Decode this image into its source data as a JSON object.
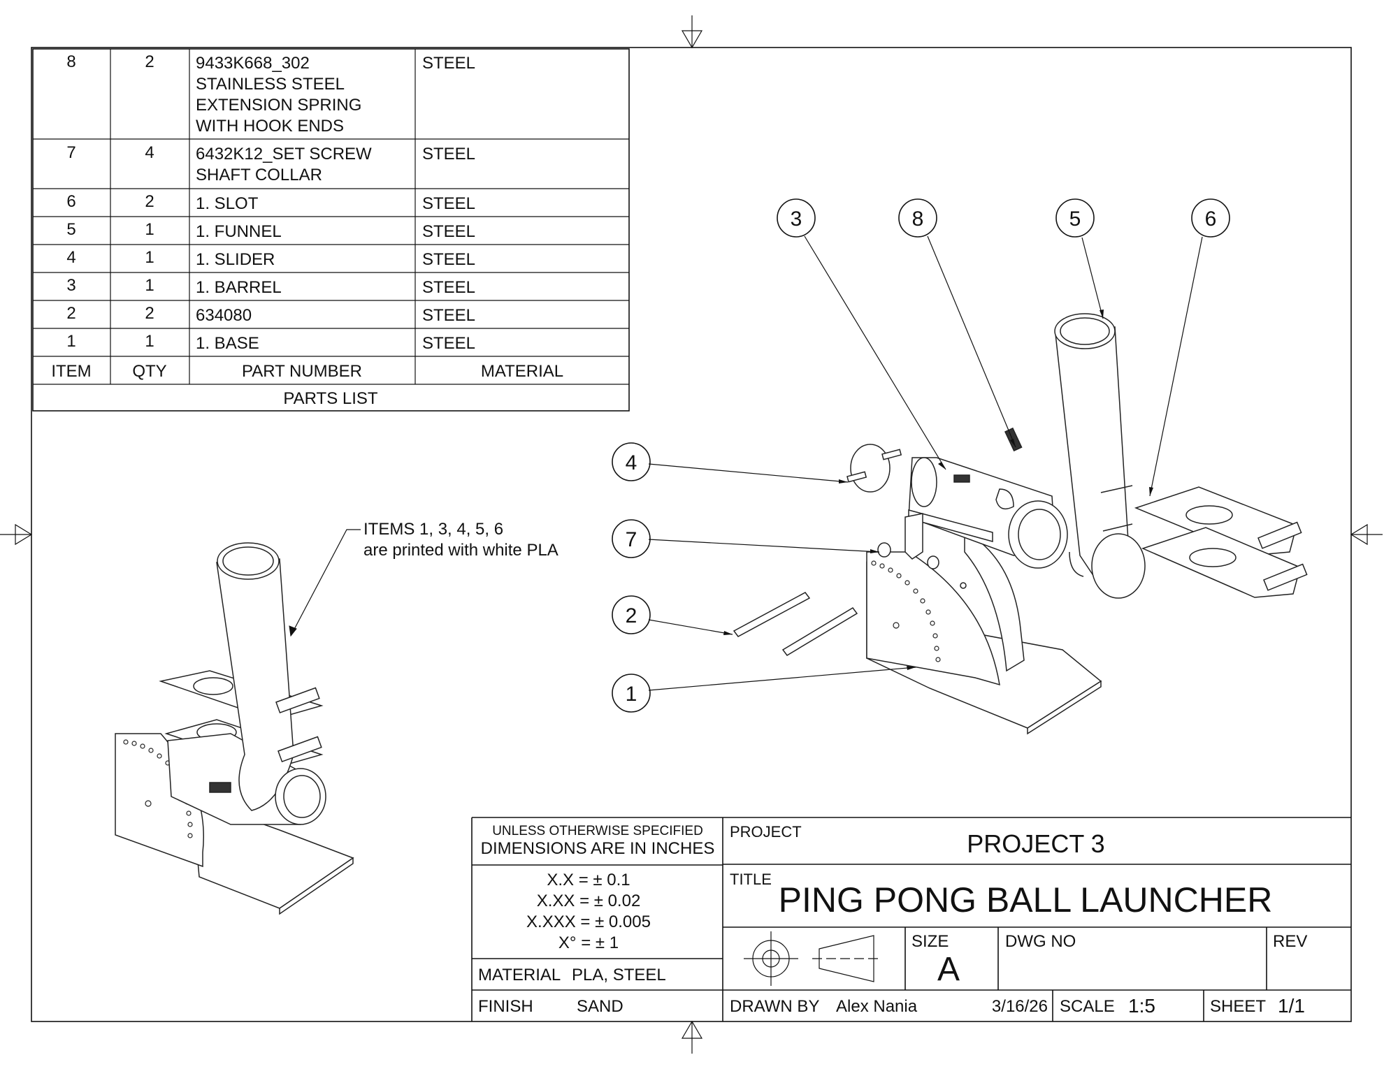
{
  "parts_list": {
    "title": "PARTS LIST",
    "headers": {
      "item": "ITEM",
      "qty": "QTY",
      "part_number": "PART NUMBER",
      "material": "MATERIAL"
    },
    "rows": [
      {
        "item": "8",
        "qty": "2",
        "part_lines": [
          "9433K668_302",
          "STAINLESS STEEL",
          "EXTENSION SPRING",
          "WITH HOOK ENDS"
        ],
        "material": "STEEL"
      },
      {
        "item": "7",
        "qty": "4",
        "part_lines": [
          "6432K12_SET SCREW",
          "SHAFT COLLAR"
        ],
        "material": "STEEL"
      },
      {
        "item": "6",
        "qty": "2",
        "part_lines": [
          "1. SLOT"
        ],
        "material": "STEEL"
      },
      {
        "item": "5",
        "qty": "1",
        "part_lines": [
          "1. FUNNEL"
        ],
        "material": "STEEL"
      },
      {
        "item": "4",
        "qty": "1",
        "part_lines": [
          "1. SLIDER"
        ],
        "material": "STEEL"
      },
      {
        "item": "3",
        "qty": "1",
        "part_lines": [
          "1. BARREL"
        ],
        "material": "STEEL"
      },
      {
        "item": "2",
        "qty": "2",
        "part_lines": [
          "634080"
        ],
        "material": "STEEL"
      },
      {
        "item": "1",
        "qty": "1",
        "part_lines": [
          "1. BASE"
        ],
        "material": "STEEL"
      }
    ]
  },
  "note": {
    "line1": "ITEMS 1, 3, 4, 5, 6",
    "line2": "are printed with white PLA"
  },
  "balloons": [
    "3",
    "8",
    "5",
    "6",
    "4",
    "7",
    "2",
    "1"
  ],
  "title_block": {
    "spec_line1": "UNLESS OTHERWISE SPECIFIED",
    "spec_line2": "DIMENSIONS ARE IN INCHES",
    "tolerances": [
      "X.X = ± 0.1",
      "X.XX = ± 0.02",
      "X.XXX = ± 0.005",
      "X° = ± 1"
    ],
    "material_label": "MATERIAL",
    "material_value": "PLA, STEEL",
    "finish_label": "FINISH",
    "finish_value": "SAND",
    "project_label": "PROJECT",
    "project_value": "PROJECT 3",
    "title_label": "TITLE",
    "title_value": "PING PONG BALL LAUNCHER",
    "size_label": "SIZE",
    "size_value": "A",
    "dwg_no_label": "DWG NO",
    "rev_label": "REV",
    "drawn_by_label": "DRAWN BY",
    "drawn_by_value": "Alex Nania",
    "date": "3/16/26",
    "scale_label": "SCALE",
    "scale_value": "1:5",
    "sheet_label": "SHEET",
    "sheet_value": "1/1"
  }
}
